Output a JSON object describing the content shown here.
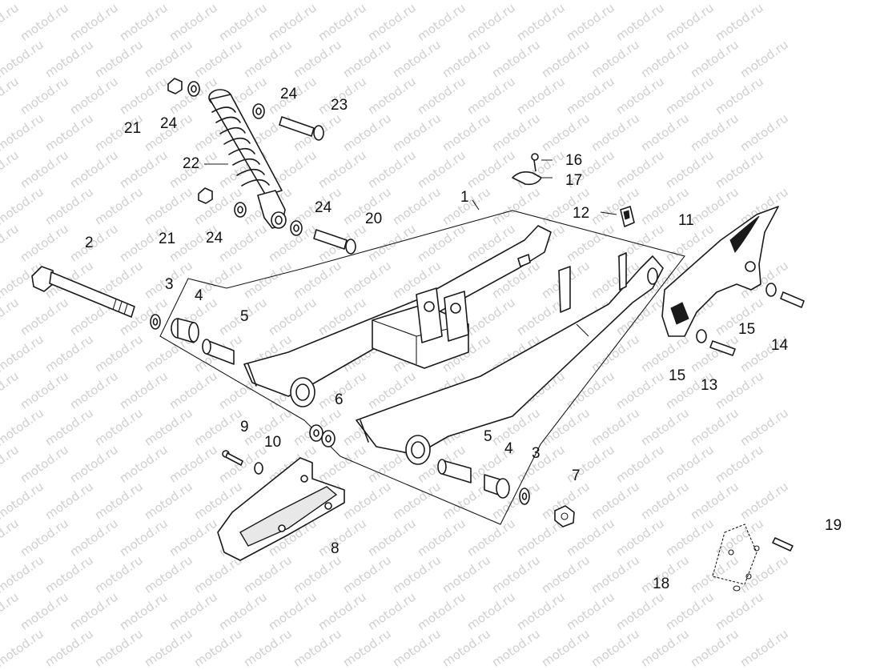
{
  "diagram": {
    "watermark_text": "motod.ru",
    "callouts": [
      {
        "id": "c1",
        "text": "1"
      },
      {
        "id": "c2",
        "text": "2"
      },
      {
        "id": "c3a",
        "text": "3"
      },
      {
        "id": "c4a",
        "text": "4"
      },
      {
        "id": "c5a",
        "text": "5"
      },
      {
        "id": "c6",
        "text": "6"
      },
      {
        "id": "c7",
        "text": "7"
      },
      {
        "id": "c8",
        "text": "8"
      },
      {
        "id": "c9",
        "text": "9"
      },
      {
        "id": "c10",
        "text": "10"
      },
      {
        "id": "c11",
        "text": "11"
      },
      {
        "id": "c12",
        "text": "12"
      },
      {
        "id": "c13",
        "text": "13"
      },
      {
        "id": "c14",
        "text": "14"
      },
      {
        "id": "c15a",
        "text": "15"
      },
      {
        "id": "c15b",
        "text": "15"
      },
      {
        "id": "c16",
        "text": "16"
      },
      {
        "id": "c17",
        "text": "17"
      },
      {
        "id": "c18",
        "text": "18"
      },
      {
        "id": "c19",
        "text": "19"
      },
      {
        "id": "c20",
        "text": "20"
      },
      {
        "id": "c21a",
        "text": "21"
      },
      {
        "id": "c21b",
        "text": "21"
      },
      {
        "id": "c22",
        "text": "22"
      },
      {
        "id": "c23",
        "text": "23"
      },
      {
        "id": "c24a",
        "text": "24"
      },
      {
        "id": "c24b",
        "text": "24"
      },
      {
        "id": "c24c",
        "text": "24"
      },
      {
        "id": "c24d",
        "text": "24"
      },
      {
        "id": "c5b",
        "text": "5"
      },
      {
        "id": "c4b",
        "text": "4"
      },
      {
        "id": "c3b",
        "text": "3"
      }
    ]
  }
}
